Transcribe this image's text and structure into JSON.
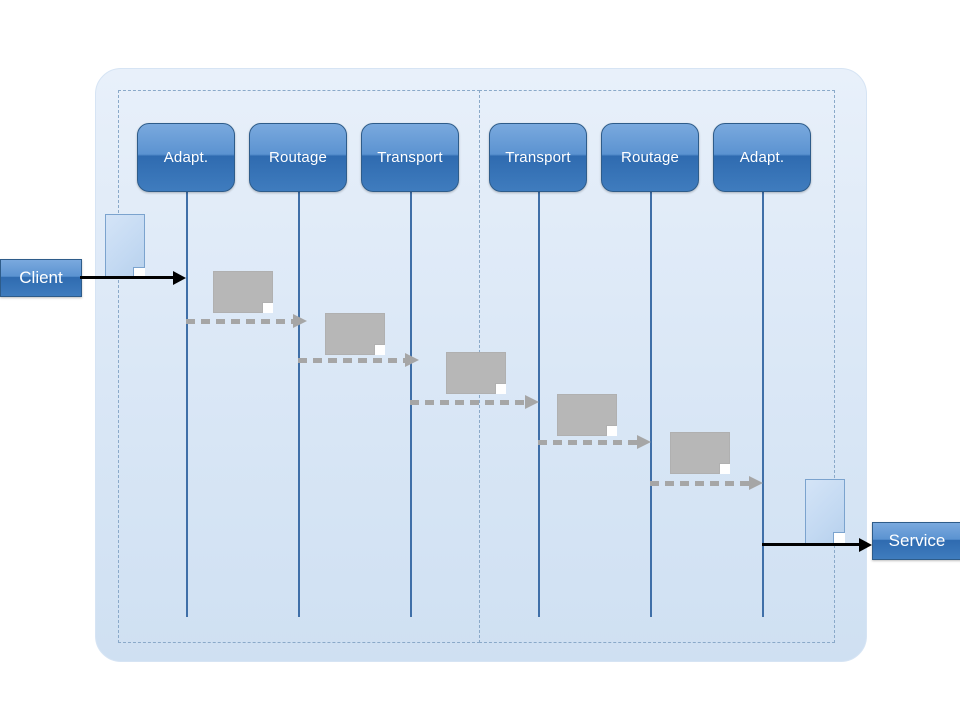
{
  "diagram": {
    "type": "sequence-diagram",
    "title": "",
    "client_label": "Client",
    "service_label": "Service",
    "left_stack": [
      {
        "label": "Adapt."
      },
      {
        "label": "Routage"
      },
      {
        "label": "Transport"
      }
    ],
    "right_stack": [
      {
        "label": "Transport"
      },
      {
        "label": "Routage"
      },
      {
        "label": "Adapt."
      }
    ],
    "colors": {
      "node_fill": "#3f7cbe",
      "node_border": "#2e5c8a",
      "node_text": "#ffffff",
      "panel_bg": "#dde9f7",
      "region_border": "#8aa9c9",
      "lifeline": "#3f6fa8",
      "message_doc": "#b7b7b7",
      "dashed_arrow": "#a6a6a6",
      "solid_arrow": "#000000",
      "doc_blue": "#c3d9f2"
    },
    "messages": [
      {
        "id": "m1",
        "from": "Client",
        "to": "Adapt. (left)",
        "style": "solid"
      },
      {
        "id": "m2",
        "from": "Adapt.",
        "to": "Routage",
        "style": "dashed"
      },
      {
        "id": "m3",
        "from": "Routage",
        "to": "Transport",
        "style": "dashed"
      },
      {
        "id": "m4",
        "from": "Transport",
        "to": "Transport (right)",
        "style": "dashed"
      },
      {
        "id": "m5",
        "from": "Transport",
        "to": "Routage (right)",
        "style": "dashed"
      },
      {
        "id": "m6",
        "from": "Routage",
        "to": "Adapt. (right)",
        "style": "dashed"
      },
      {
        "id": "m7",
        "from": "Adapt.",
        "to": "Service",
        "style": "solid"
      }
    ]
  }
}
